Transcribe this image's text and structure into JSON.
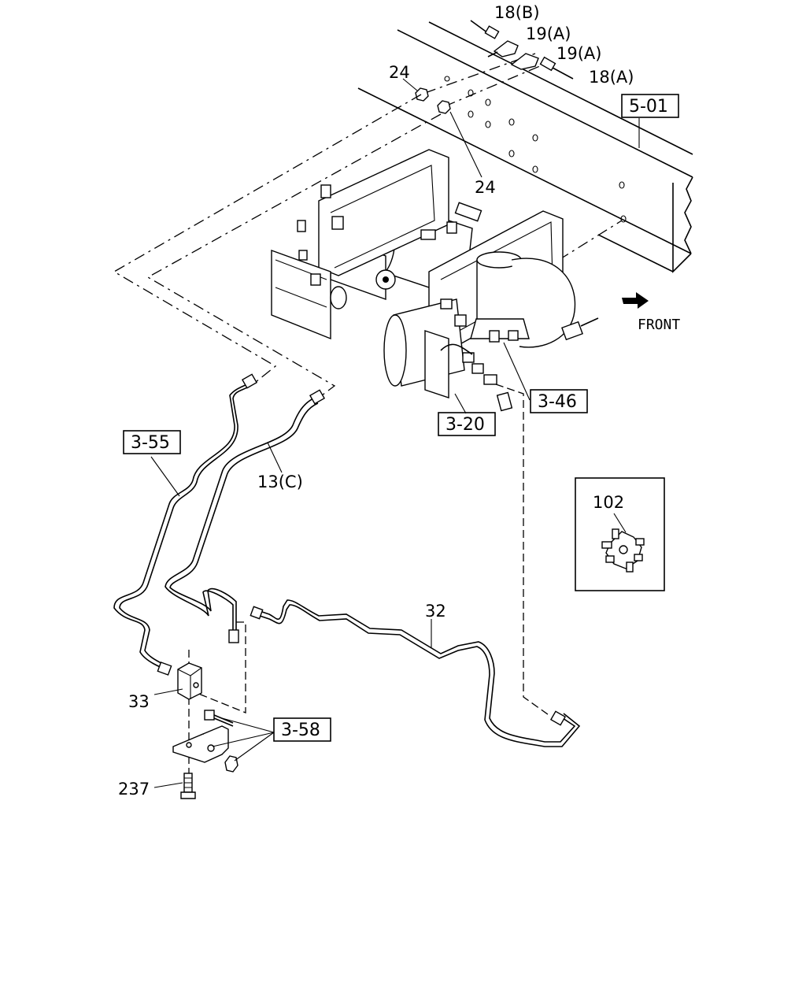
{
  "callouts": {
    "c18b": "18(B)",
    "c19a_1": "19(A)",
    "c19a_2": "19(A)",
    "c18a": "18(A)",
    "c24_top": "24",
    "c24_mid": "24",
    "c13c": "13(C)",
    "c32": "32",
    "c33": "33",
    "c237": "237",
    "c102": "102"
  },
  "refs": {
    "r501": "5-01",
    "r355": "3-55",
    "r346": "3-46",
    "r320": "3-20",
    "r358": "3-58"
  },
  "direction": {
    "front_label": "FRONT"
  }
}
